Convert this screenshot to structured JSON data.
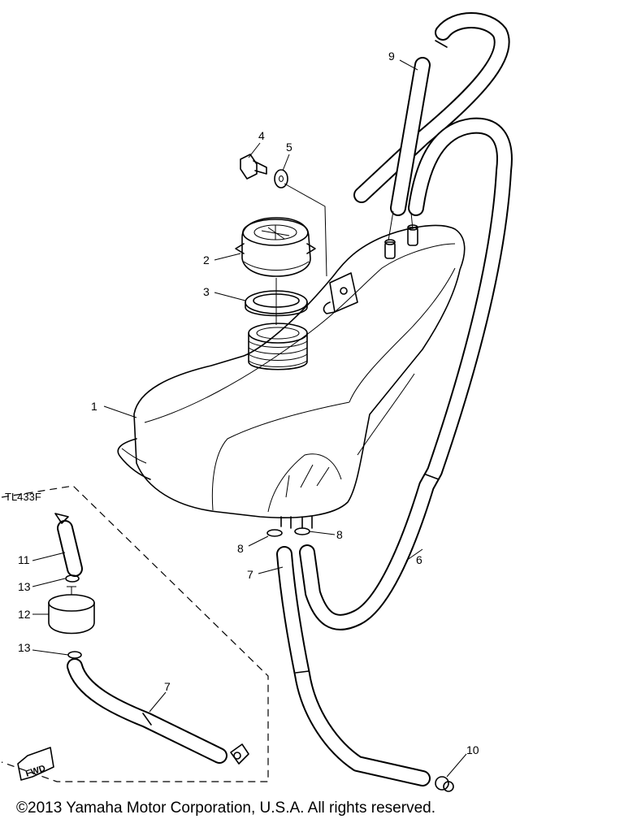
{
  "callouts": {
    "c1": "1",
    "c2": "2",
    "c3": "3",
    "c4": "4",
    "c5": "5",
    "c6": "6",
    "c7a": "7",
    "c7b": "7",
    "c8a": "8",
    "c8b": "8",
    "c9": "9",
    "c10": "10",
    "c11": "11",
    "c12": "12",
    "c13a": "13",
    "c13b": "13"
  },
  "inset": {
    "model_label": "TL433F"
  },
  "fwd_label": "FWD",
  "copyright": "©2013 Yamaha Motor Corporation, U.S.A. All rights reserved."
}
